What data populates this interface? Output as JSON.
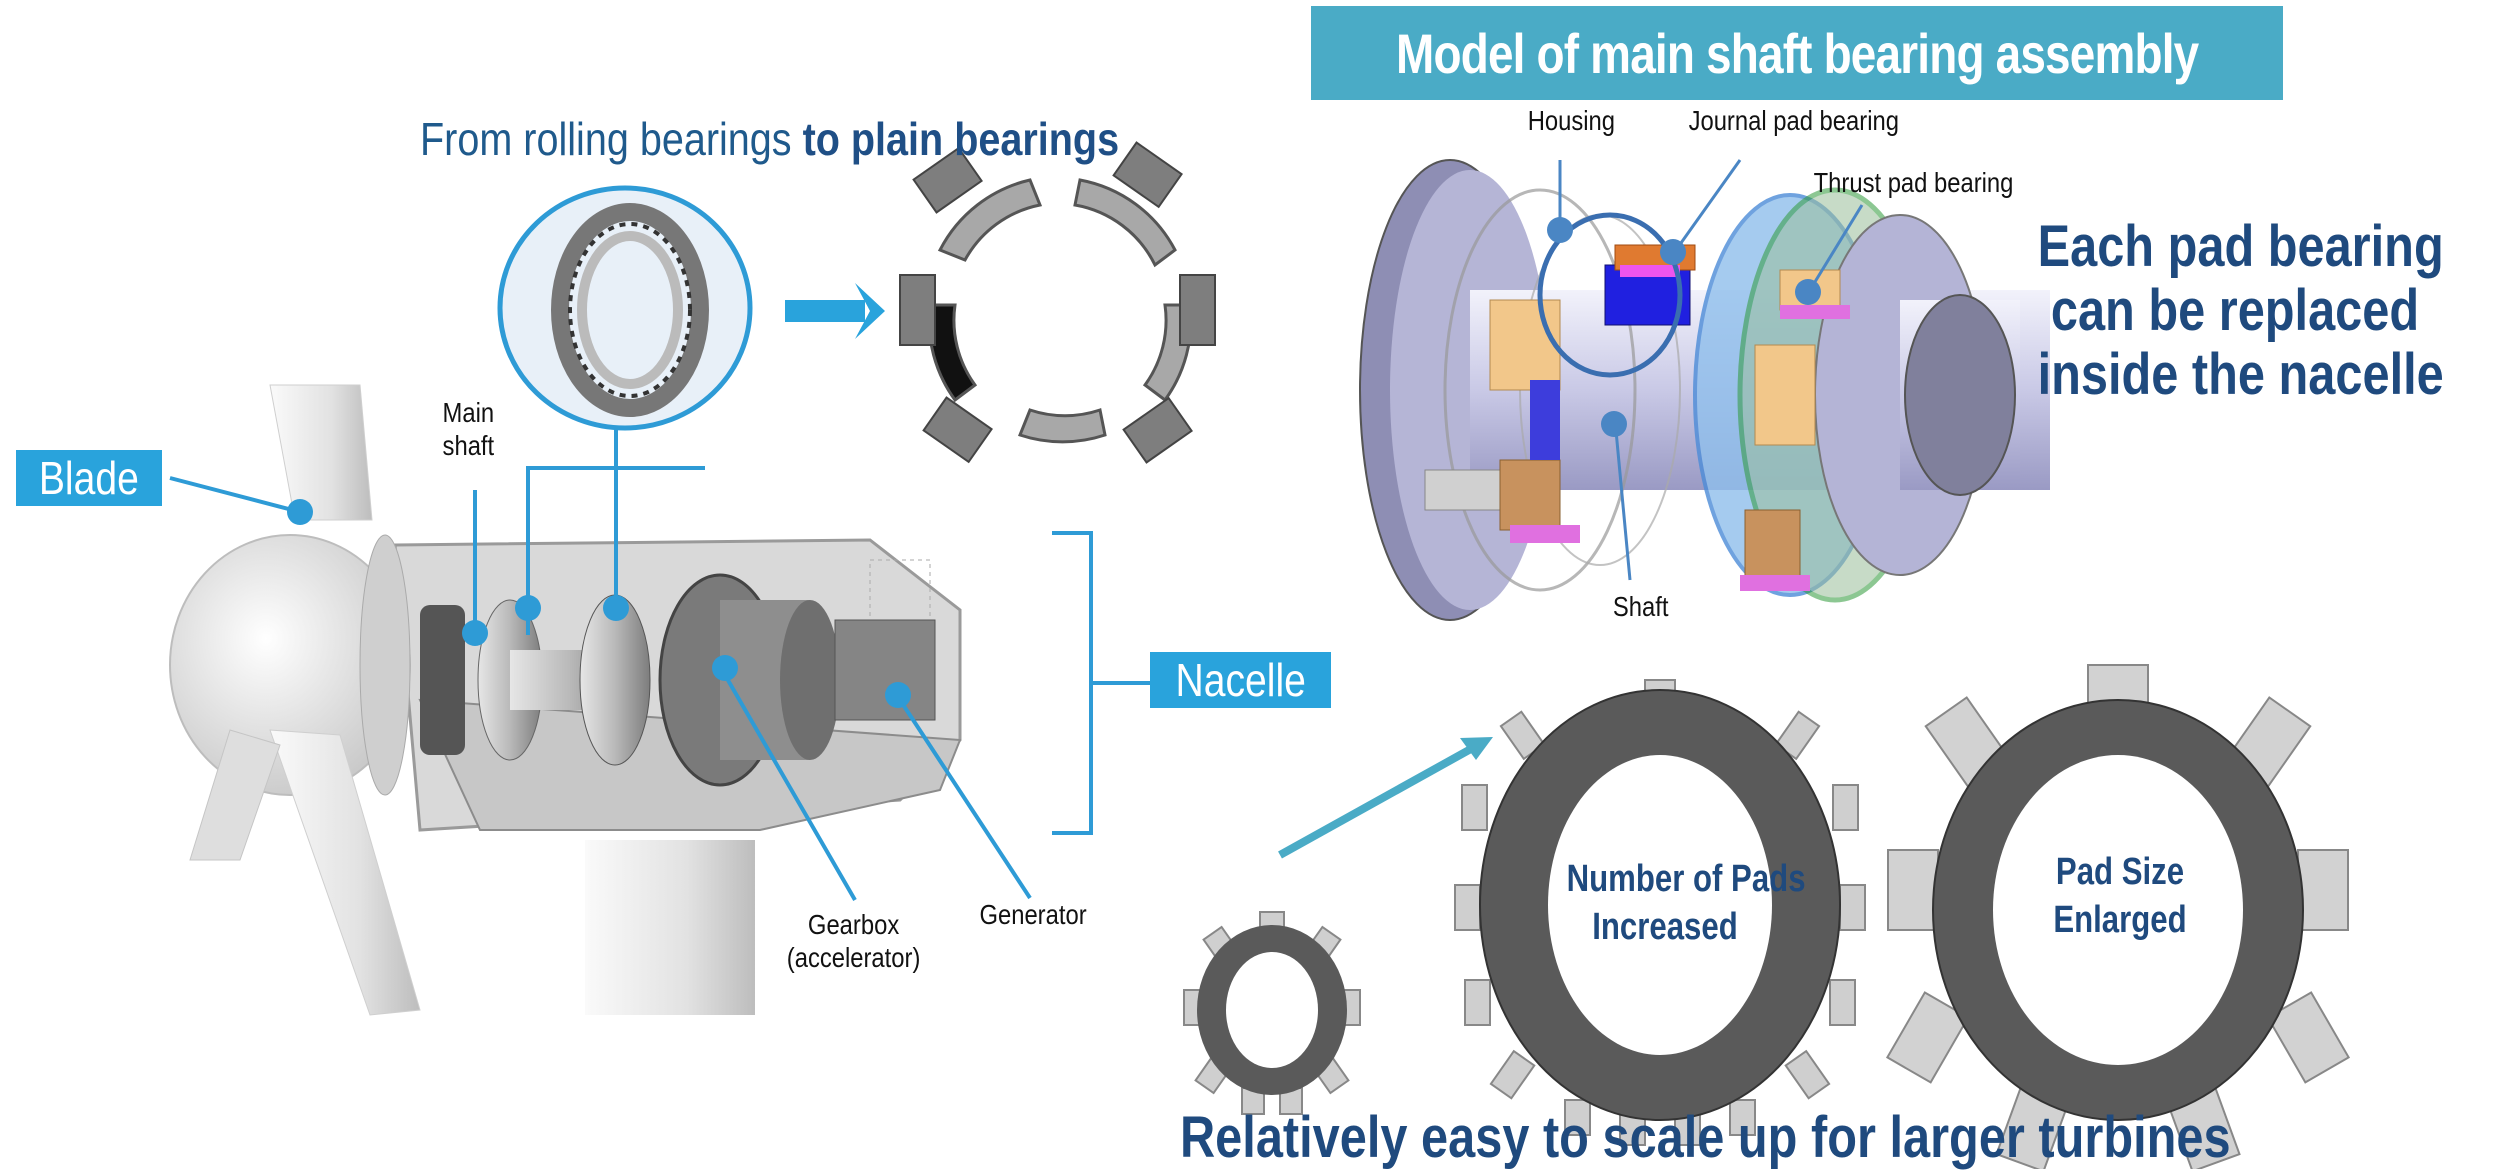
{
  "header": {
    "title": "Model of main shaft bearing assembly",
    "bar_color": "#4aabc6"
  },
  "left_panel": {
    "subtitle_regular": "From rolling bearings ",
    "subtitle_bold": "to plain bearings",
    "arrow_icon": "right-arrow-icon",
    "tags": {
      "blade": "Blade",
      "nacelle": "Nacelle"
    },
    "labels": {
      "main_shaft_line1": "Main",
      "main_shaft_line2": "shaft",
      "gearbox_line1": "Gearbox",
      "gearbox_line2": "(accelerator)",
      "generator": "Generator"
    }
  },
  "assembly_model": {
    "labels": {
      "housing": "Housing",
      "journal_pad_bearing": "Journal pad bearing",
      "thrust_pad_bearing": "Thrust pad bearing",
      "shaft": "Shaft"
    }
  },
  "callout": {
    "lines": [
      "Each pad bearing",
      "can be replaced",
      "inside the nacelle"
    ]
  },
  "scaling": {
    "ring_more_pads": [
      "Number of Pads",
      "Increased"
    ],
    "ring_bigger_pads": [
      "Pad Size",
      "Enlarged"
    ],
    "caption": "Relatively easy to scale up for larger turbines"
  },
  "colors": {
    "accent_blue": "#29a3dc",
    "navy_text": "#1f4a7e",
    "leader_line": "#2e9bd6"
  }
}
